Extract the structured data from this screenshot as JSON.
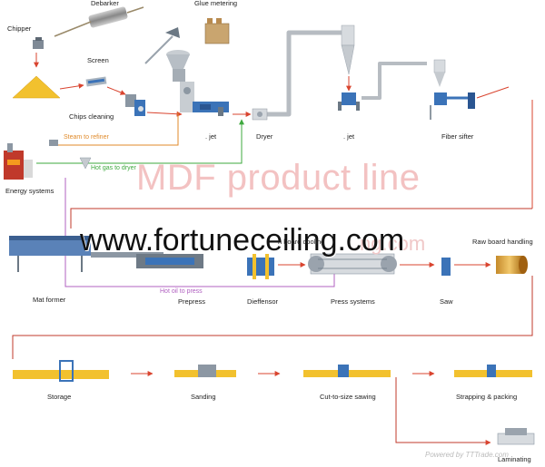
{
  "labels": {
    "debarker": "Debarker",
    "glue_metering": "Glue metering",
    "chipper": "Chipper",
    "screen": "Screen",
    "chips_cleaning": "Chips cleaning",
    "jet1": ". jet",
    "dryer": "Dryer",
    "jet2": ". jet",
    "fiber_sifter": "Fiber sifter",
    "energy_systems": "Energy systems",
    "mat_former": "Mat former",
    "prepress": "Prepress",
    "dieffensor": "Dieffensor",
    "press_systems": "Press systems",
    "saw": "Saw",
    "raw_board_handling": "Raw board handling",
    "storage": "Storage",
    "sanding": "Sanding",
    "cut_to_size": "Cut-to-size sawing",
    "strapping": "Strapping & packing",
    "laminating": "Laminating"
  },
  "flows": {
    "steam": "Steam to refiner",
    "hot_gas": "Hot gas to dryer",
    "hot_oil": "Hot oil to press",
    "board_partial": "n board cooling"
  },
  "watermark": {
    "title": "MDF product line",
    "url": "www.fortuneceiling.com",
    "url_bg": "ng.com",
    "credit": "Powered by TTTrade.com"
  },
  "colors": {
    "steam_line": "#e08a2a",
    "hot_gas_line": "#3ea93e",
    "hot_oil_line": "#b060c0",
    "main_line": "#c0392b",
    "arrow": "#d9442f",
    "duct": "#b7bcc2",
    "machine_blue": "#3b73b8",
    "chip_pile": "#f2c12e"
  }
}
